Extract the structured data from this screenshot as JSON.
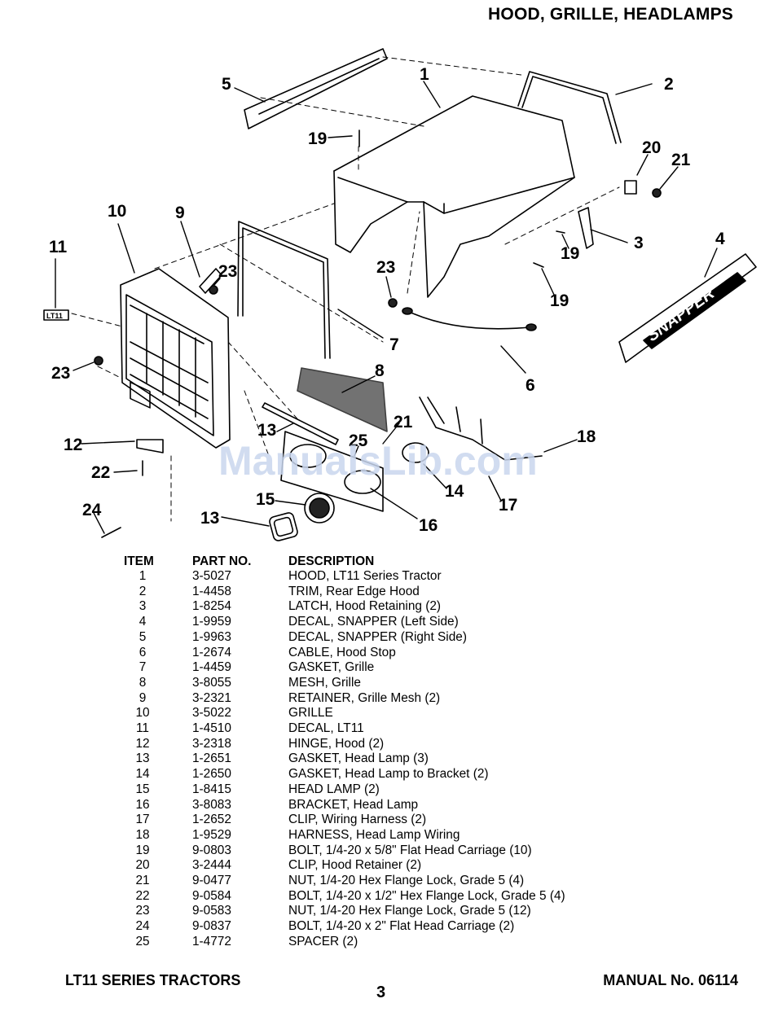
{
  "header": {
    "title": "HOOD, GRILLE, HEADLAMPS"
  },
  "diagram": {
    "callouts": [
      "1",
      "2",
      "3",
      "4",
      "5",
      "6",
      "7",
      "8",
      "9",
      "10",
      "11",
      "12",
      "13",
      "13",
      "14",
      "15",
      "16",
      "17",
      "18",
      "19",
      "19",
      "19",
      "20",
      "21",
      "21",
      "22",
      "23",
      "23",
      "23",
      "24",
      "25"
    ],
    "decal_lt11": "LT11",
    "decal_snapper": "SNAPPER",
    "watermark": "ManualsLib.com"
  },
  "parts_table": {
    "headers": {
      "item": "ITEM",
      "part_no": "PART NO.",
      "description": "DESCRIPTION"
    },
    "rows": [
      {
        "item": "1",
        "part_no": "3-5027",
        "description": "HOOD, LT11 Series Tractor"
      },
      {
        "item": "2",
        "part_no": "1-4458",
        "description": "TRIM, Rear Edge Hood"
      },
      {
        "item": "3",
        "part_no": "1-8254",
        "description": "LATCH, Hood Retaining (2)"
      },
      {
        "item": "4",
        "part_no": "1-9959",
        "description": "DECAL, SNAPPER (Left Side)"
      },
      {
        "item": "5",
        "part_no": "1-9963",
        "description": "DECAL, SNAPPER (Right Side)"
      },
      {
        "item": "6",
        "part_no": "1-2674",
        "description": "CABLE, Hood Stop"
      },
      {
        "item": "7",
        "part_no": "1-4459",
        "description": "GASKET, Grille"
      },
      {
        "item": "8",
        "part_no": "3-8055",
        "description": "MESH, Grille"
      },
      {
        "item": "9",
        "part_no": "3-2321",
        "description": "RETAINER, Grille Mesh (2)"
      },
      {
        "item": "10",
        "part_no": "3-5022",
        "description": "GRILLE"
      },
      {
        "item": "11",
        "part_no": "1-4510",
        "description": "DECAL, LT11"
      },
      {
        "item": "12",
        "part_no": "3-2318",
        "description": "HINGE, Hood (2)"
      },
      {
        "item": "13",
        "part_no": "1-2651",
        "description": "GASKET, Head Lamp (3)"
      },
      {
        "item": "14",
        "part_no": "1-2650",
        "description": "GASKET, Head Lamp to Bracket (2)"
      },
      {
        "item": "15",
        "part_no": "1-8415",
        "description": "HEAD LAMP (2)"
      },
      {
        "item": "16",
        "part_no": "3-8083",
        "description": "BRACKET, Head Lamp"
      },
      {
        "item": "17",
        "part_no": "1-2652",
        "description": "CLIP, Wiring Harness (2)"
      },
      {
        "item": "18",
        "part_no": "1-9529",
        "description": "HARNESS, Head Lamp Wiring"
      },
      {
        "item": "19",
        "part_no": "9-0803",
        "description": "BOLT, 1/4-20 x 5/8\" Flat Head Carriage (10)"
      },
      {
        "item": "20",
        "part_no": "3-2444",
        "description": "CLIP, Hood Retainer (2)"
      },
      {
        "item": "21",
        "part_no": "9-0477",
        "description": "NUT, 1/4-20 Hex Flange Lock, Grade 5 (4)"
      },
      {
        "item": "22",
        "part_no": "9-0584",
        "description": "BOLT, 1/4-20 x 1/2\" Hex Flange Lock, Grade 5 (4)"
      },
      {
        "item": "23",
        "part_no": "9-0583",
        "description": "NUT, 1/4-20 Hex Flange Lock, Grade 5 (12)"
      },
      {
        "item": "24",
        "part_no": "9-0837",
        "description": "BOLT, 1/4-20 x 2\" Flat Head Carriage (2)"
      },
      {
        "item": "25",
        "part_no": "1-4772",
        "description": "SPACER (2)"
      }
    ]
  },
  "footer": {
    "left": "LT11 SERIES TRACTORS",
    "page_number": "3",
    "right": "MANUAL No. 06114"
  }
}
